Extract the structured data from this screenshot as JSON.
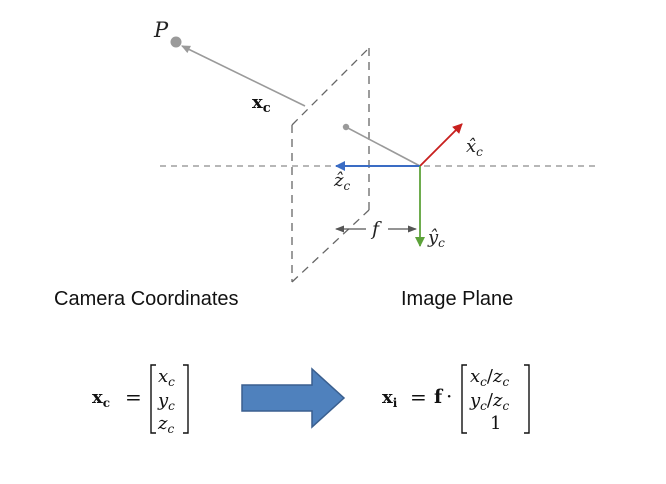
{
  "diagram": {
    "point_label": "P",
    "vector_label": {
      "main": "x",
      "sub": "c"
    },
    "axis_x_label": {
      "main": "x̂",
      "sub": "c"
    },
    "axis_y_label": {
      "main": "ŷ",
      "sub": "c"
    },
    "axis_z_label": {
      "main": "ẑ",
      "sub": "c"
    },
    "focal_label": "f",
    "captions": {
      "left": "Camera Coordinates",
      "right": "Image Plane"
    },
    "colors": {
      "x_axis": "#c8201e",
      "y_axis": "#5da23a",
      "z_axis": "#3a6cc4",
      "ray": "#9a9a9a",
      "arrow_fill": "#4f81bd",
      "arrow_stroke": "#3a5f8f"
    }
  },
  "equations": {
    "left": {
      "lhs_main": "x",
      "lhs_sub": "c",
      "rows": [
        {
          "main": "x",
          "sub": "c"
        },
        {
          "main": "y",
          "sub": "c"
        },
        {
          "main": "z",
          "sub": "c"
        }
      ]
    },
    "right": {
      "lhs_main": "x",
      "lhs_sub": "i",
      "equals": "=",
      "factor": "f",
      "dot": "·",
      "rows": [
        {
          "main": "x",
          "sub": "c",
          "slash": "/",
          "main2": "z",
          "sub2": "c"
        },
        {
          "main": "y",
          "sub": "c",
          "slash": "/",
          "main2": "z",
          "sub2": "c"
        },
        {
          "text": "1"
        }
      ]
    },
    "left_equals": "="
  }
}
